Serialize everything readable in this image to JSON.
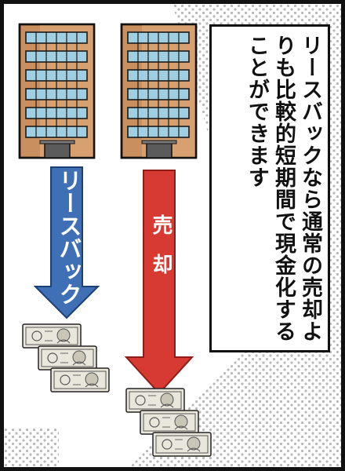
{
  "panel": {
    "narration": "リースバックなら通常の売却よりも比較的短期間で現金化することができます",
    "arrows": {
      "leaseback": {
        "label": "リースバック",
        "color": "#3f6fb5"
      },
      "sale": {
        "label": "売却",
        "color": "#d63a33"
      }
    },
    "buildings": [
      {
        "icon": "office-building-icon"
      },
      {
        "icon": "office-building-icon"
      }
    ],
    "money": [
      {
        "icon": "banknote-stack-icon",
        "note_count": 3
      },
      {
        "icon": "banknote-stack-icon",
        "note_count": 3
      }
    ],
    "colors": {
      "building_wall": "#c98f5e",
      "window": "#9fcfe0",
      "banknote": "#e9e6dc",
      "outline": "#111111"
    }
  }
}
